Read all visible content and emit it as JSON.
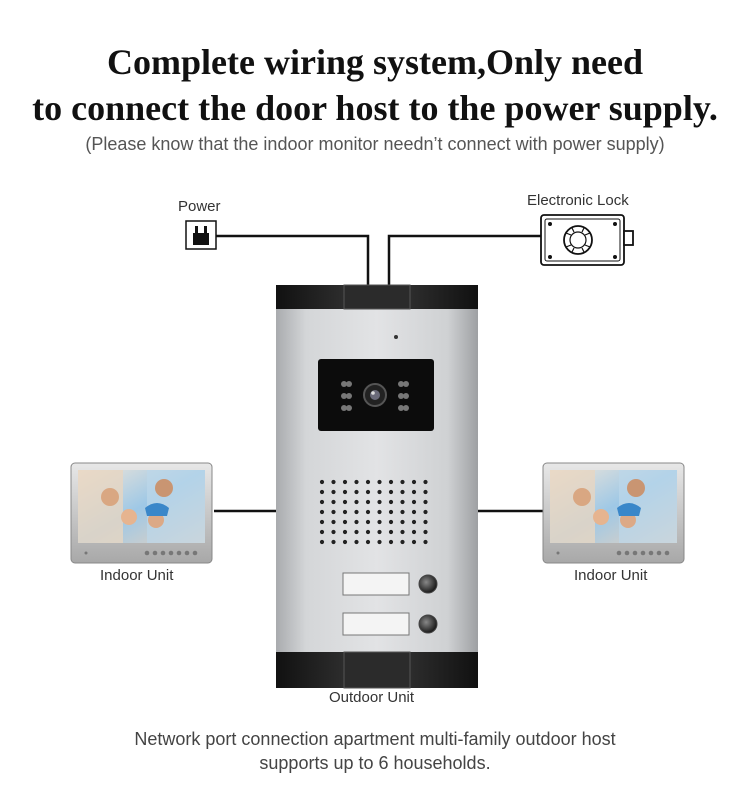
{
  "headline": {
    "line1": "Complete wiring system,Only need",
    "line2": "to connect the door host to the power supply."
  },
  "note": "(Please know that the indoor monitor needn’t connect with power supply)",
  "labels": {
    "power": "Power",
    "lock": "Electronic Lock",
    "indoor_left": "Indoor Unit",
    "indoor_right": "Indoor Unit",
    "outdoor": "Outdoor Unit"
  },
  "caption": {
    "line1": "Network port connection apartment multi-family outdoor host",
    "line2": "supports up to 6 households."
  },
  "icons": {
    "power": "power-plug-icon",
    "lock": "electronic-lock-icon",
    "camera": "camera-lens-icon",
    "call_button": "call-button-icon"
  },
  "colors": {
    "wire": "#111111",
    "panel": "#c4c6c8",
    "cap": "#2a2a2a"
  }
}
